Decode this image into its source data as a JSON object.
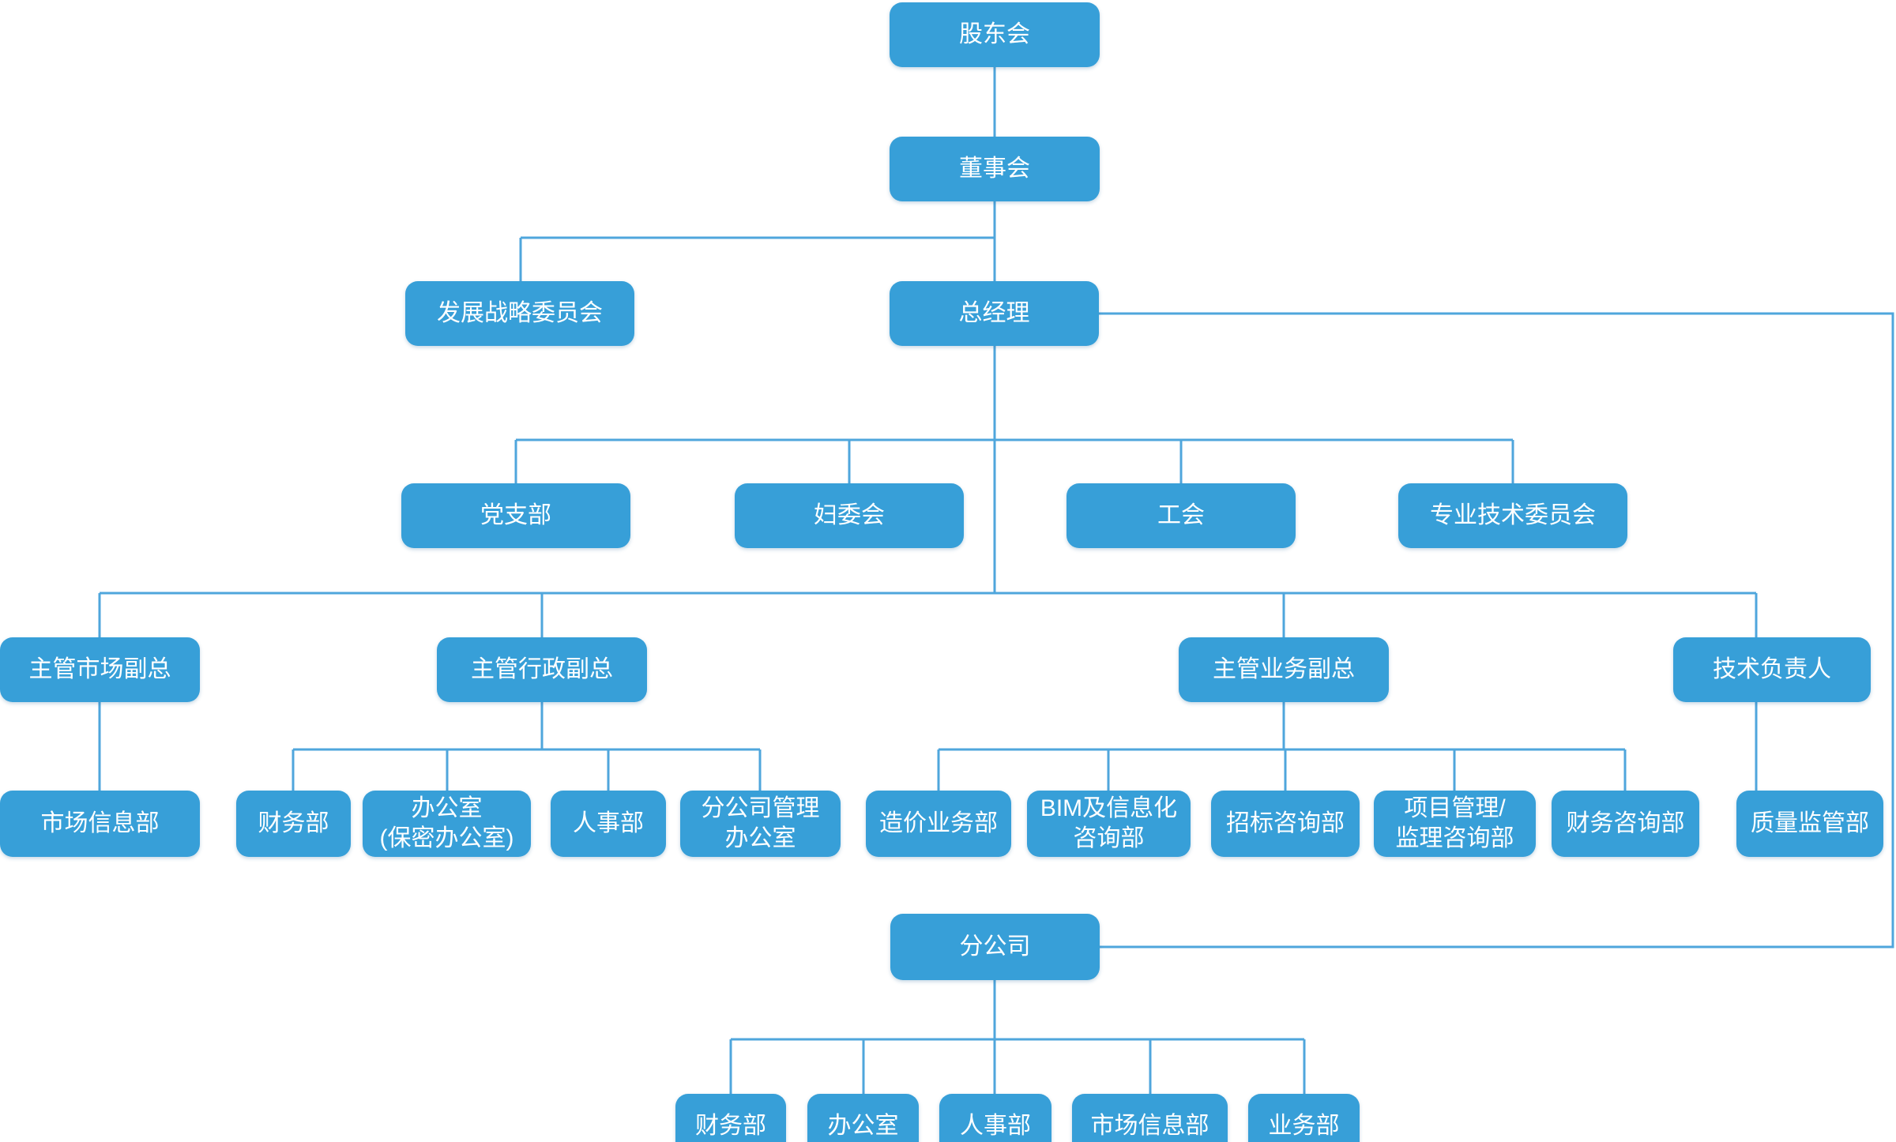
{
  "diagram": {
    "type": "org-chart",
    "node_fill": "#379fd8",
    "node_text_color": "#ffffff",
    "connector_color": "#4fa6dc",
    "background": "#ffffff"
  },
  "nodes": {
    "shareholders": {
      "label": "股东会"
    },
    "board": {
      "label": "董事会"
    },
    "strategy_committee": {
      "label": "发展战略委员会"
    },
    "general_manager": {
      "label": "总经理"
    },
    "party_branch": {
      "label": "党支部"
    },
    "womens_committee": {
      "label": "妇委会"
    },
    "labor_union": {
      "label": "工会"
    },
    "tech_committee": {
      "label": "专业技术委员会"
    },
    "vp_market": {
      "label": "主管市场副总"
    },
    "vp_admin": {
      "label": "主管行政副总"
    },
    "vp_business": {
      "label": "主管业务副总"
    },
    "tech_lead": {
      "label": "技术负责人"
    },
    "market_info_dept": {
      "label": "市场信息部"
    },
    "finance_dept": {
      "label": "财务部"
    },
    "office_dept": {
      "label": "办公室\n(保密办公室)"
    },
    "hr_dept": {
      "label": "人事部"
    },
    "branch_mgmt_office": {
      "label": "分公司管理\n办公室"
    },
    "cost_dept": {
      "label": "造价业务部"
    },
    "bim_dept": {
      "label": "BIM及信息化\n咨询部"
    },
    "bidding_dept": {
      "label": "招标咨询部"
    },
    "pm_dept": {
      "label": "项目管理/\n监理咨询部"
    },
    "fin_consulting_dept": {
      "label": "财务咨询部"
    },
    "quality_dept": {
      "label": "质量监管部"
    },
    "branch_company": {
      "label": "分公司"
    },
    "branch_finance_dept": {
      "label": "财务部"
    },
    "branch_office": {
      "label": "办公室"
    },
    "branch_hr_dept": {
      "label": "人事部"
    },
    "branch_market_info_dept": {
      "label": "市场信息部"
    },
    "branch_business_dept": {
      "label": "业务部"
    }
  },
  "edges": [
    [
      "shareholders",
      "board"
    ],
    [
      "board",
      "strategy_committee"
    ],
    [
      "board",
      "general_manager"
    ],
    [
      "general_manager",
      "party_branch"
    ],
    [
      "general_manager",
      "womens_committee"
    ],
    [
      "general_manager",
      "labor_union"
    ],
    [
      "general_manager",
      "tech_committee"
    ],
    [
      "general_manager",
      "vp_market"
    ],
    [
      "general_manager",
      "vp_admin"
    ],
    [
      "general_manager",
      "vp_business"
    ],
    [
      "general_manager",
      "tech_lead"
    ],
    [
      "general_manager",
      "branch_company"
    ],
    [
      "vp_market",
      "market_info_dept"
    ],
    [
      "vp_admin",
      "finance_dept"
    ],
    [
      "vp_admin",
      "office_dept"
    ],
    [
      "vp_admin",
      "hr_dept"
    ],
    [
      "vp_admin",
      "branch_mgmt_office"
    ],
    [
      "vp_business",
      "cost_dept"
    ],
    [
      "vp_business",
      "bim_dept"
    ],
    [
      "vp_business",
      "bidding_dept"
    ],
    [
      "vp_business",
      "pm_dept"
    ],
    [
      "vp_business",
      "fin_consulting_dept"
    ],
    [
      "tech_lead",
      "quality_dept"
    ],
    [
      "branch_company",
      "branch_finance_dept"
    ],
    [
      "branch_company",
      "branch_office"
    ],
    [
      "branch_company",
      "branch_hr_dept"
    ],
    [
      "branch_company",
      "branch_market_info_dept"
    ],
    [
      "branch_company",
      "branch_business_dept"
    ]
  ]
}
